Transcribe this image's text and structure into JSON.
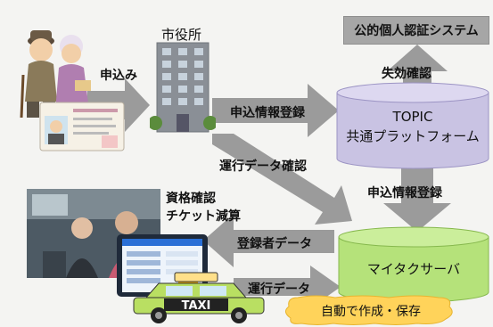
{
  "nodes": {
    "city_hall": "市役所",
    "jpki_system": "公的個人認証システム",
    "topic_title": "TOPIC",
    "topic_subtitle": "共通プラットフォーム",
    "server": "マイタクサーバ",
    "auto_save": "自動で作成・保存"
  },
  "arrows": {
    "apply": "申込み",
    "apply_register": "申込情報登録",
    "revocation_check": "失効確認",
    "ride_data_check": "運行データ確認",
    "apply_register_2": "申込情報登録",
    "qualification": "資格確認",
    "ticket": "チケット減算",
    "registrant_data": "登録者データ",
    "ride_data": "運行データ"
  },
  "taxi_sign": "TAXI",
  "colors": {
    "arrow": "#9b9b9b",
    "topic_cylinder": "#c9c3e3",
    "server_cylinder": "#b5e27a",
    "note_bubble": "#ffd35a",
    "taxi_body": "#b9df62"
  }
}
